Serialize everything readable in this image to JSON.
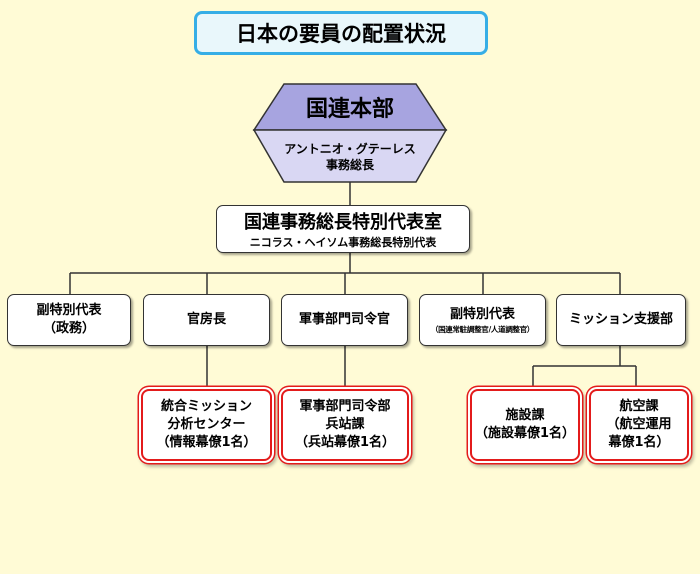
{
  "title": "日本の要員の配置状況",
  "hq": {
    "name": "国連本部",
    "person_line1": "アントニオ・グテーレス",
    "person_line2": "事務総長"
  },
  "srsg": {
    "name": "国連事務総長特別代表室",
    "person": "ニコラス・ヘイソム事務総長特別代表"
  },
  "units": {
    "dsrsg_political_line1": "副特別代表",
    "dsrsg_political_line2": "（政務）",
    "chief_of_staff": "官房長",
    "force_commander": "軍事部門司令官",
    "dsrsg_rc_line1": "副特別代表",
    "dsrsg_rc_line2": "（国連常駐調整官/人道調整官）",
    "mission_support": "ミッション支援部"
  },
  "japan_staff": {
    "jmac_line1": "統合ミッション",
    "jmac_line2": "分析センター",
    "jmac_line3": "（情報幕僚1名）",
    "fhq_line1": "軍事部門司令部",
    "fhq_line2": "兵站課",
    "fhq_line3": "（兵站幕僚1名）",
    "engineering_line1": "施設課",
    "engineering_line2": "（施設幕僚1名）",
    "aviation_line1": "航空課",
    "aviation_line2": "（航空運用",
    "aviation_line3": "幕僚1名）"
  },
  "colors": {
    "background": "#fffbd6",
    "title_border": "#36aee6",
    "hq_top_fill": "#a7a4e0",
    "hq_bottom_fill": "#d9d7f3",
    "highlight_border": "#e31b1b"
  }
}
